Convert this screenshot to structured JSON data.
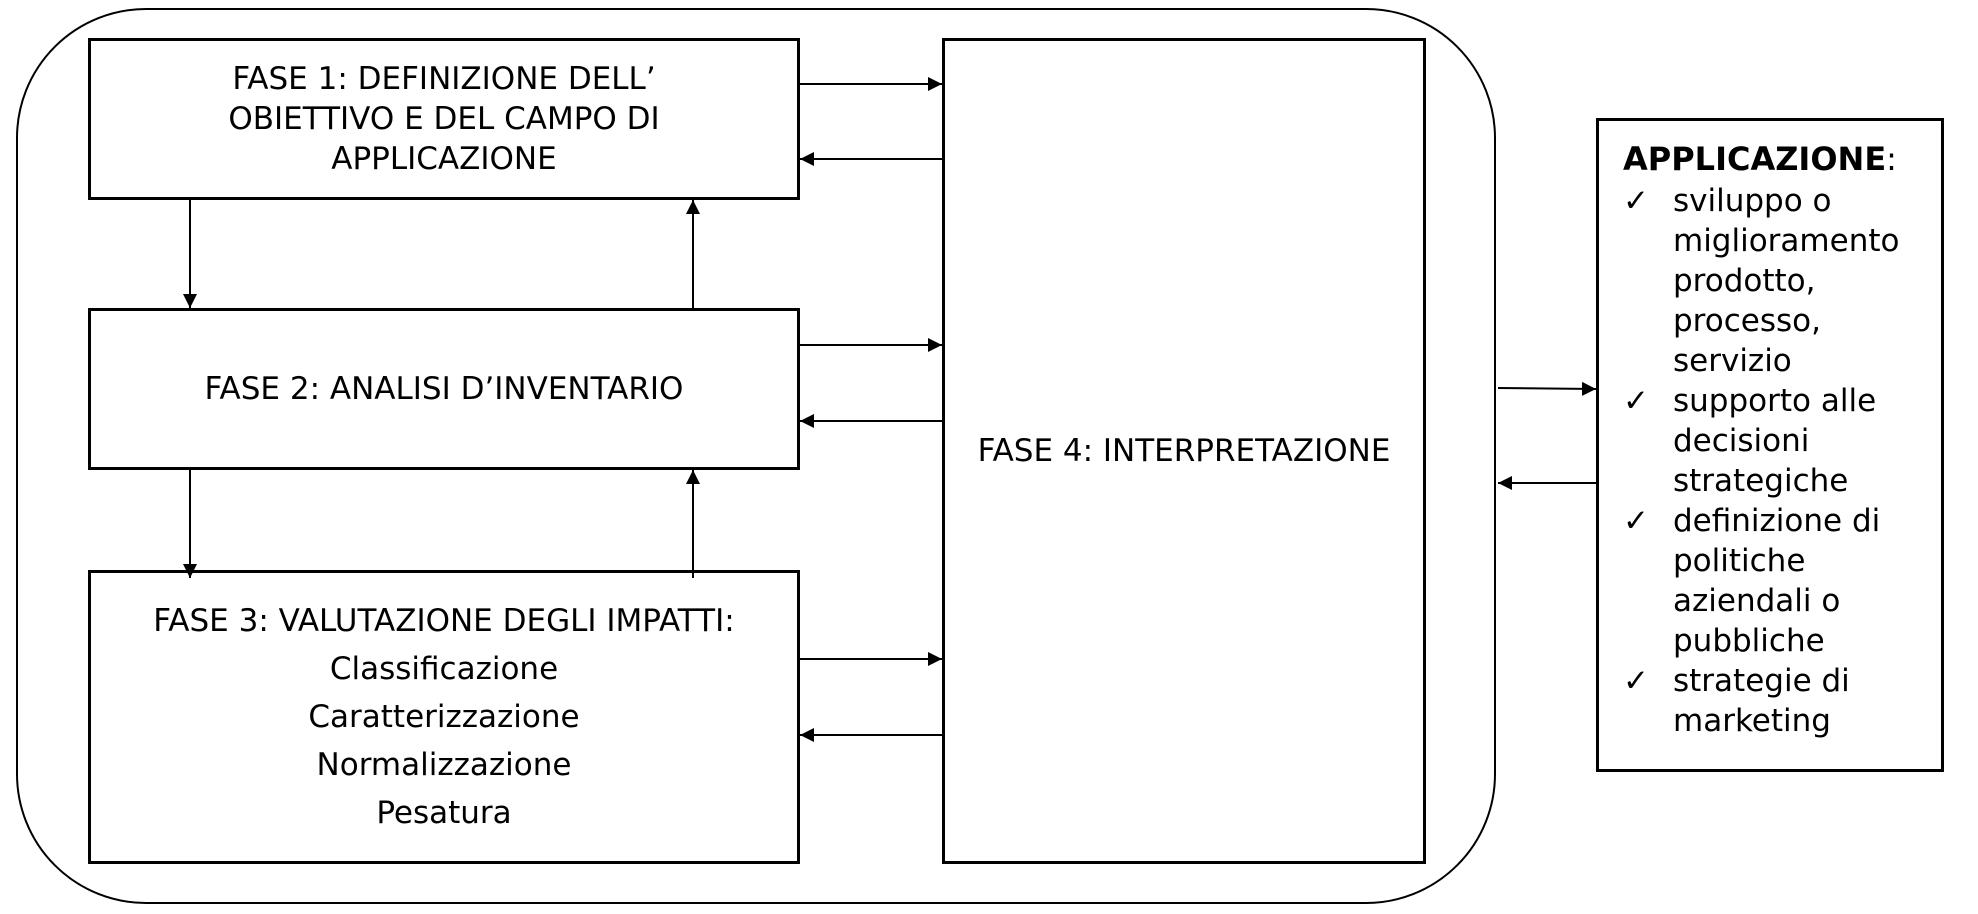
{
  "fase1": {
    "lines": [
      "FASE 1: DEFINIZIONE DELL’",
      "OBIETTIVO E DEL CAMPO DI",
      "APPLICAZIONE"
    ]
  },
  "fase2": {
    "label": "FASE 2: ANALISI D’INVENTARIO"
  },
  "fase3": {
    "title": "FASE 3: VALUTAZIONE DEGLI IMPATTI:",
    "steps": [
      "Classificazione",
      "Caratterizzazione",
      "Normalizzazione",
      "Pesatura"
    ]
  },
  "fase4": {
    "label": "FASE 4: INTERPRETAZIONE"
  },
  "applicazione": {
    "title": "APPLICAZIONE",
    "title_suffix": ":",
    "check_icon": "check-icon",
    "items": [
      "sviluppo o\nmiglioramento\nprodotto,\nprocesso,\nservizio",
      "supporto alle\ndecisioni\nstrategiche",
      "definizione di\npolitiche\naziendali o\npubbliche",
      "strategie di\nmarketing"
    ]
  }
}
